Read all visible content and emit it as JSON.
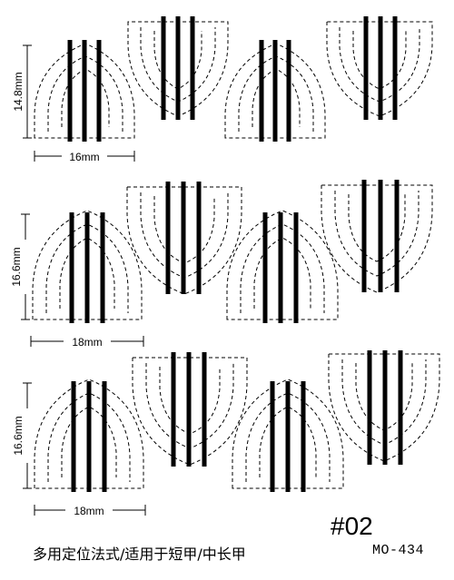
{
  "rows": [
    {
      "height_label": "14.8mm",
      "width_label": "16mm"
    },
    {
      "height_label": "16.6mm",
      "width_label": "18mm"
    },
    {
      "height_label": "16.6mm",
      "width_label": "18mm"
    }
  ],
  "caption": "多用定位法式/适用于短甲/中长甲",
  "design_no": "#02",
  "model_no": "MO-434",
  "colors": {
    "ink": "#000000",
    "background": "#ffffff"
  }
}
